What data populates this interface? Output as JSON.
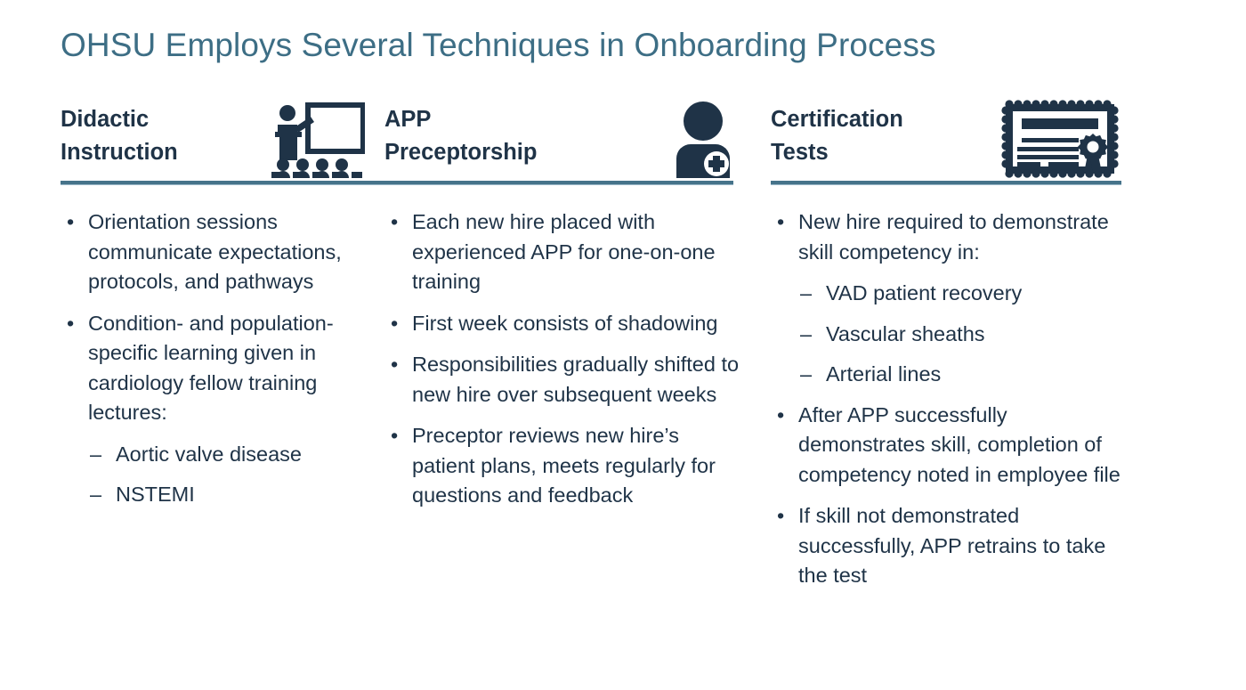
{
  "slide": {
    "title": "OHSU Employs Several Techniques in Onboarding Process",
    "accent_color": "#3d6e85",
    "rule_color": "#46738a",
    "text_color": "#1f3347",
    "background": "#ffffff"
  },
  "columns": [
    {
      "heading_line1": "Didactic",
      "heading_line2": "Instruction",
      "icon": "lecture-podium-audience-icon",
      "items": [
        {
          "level": 1,
          "marker": "•",
          "text": "Orientation sessions communicate expectations, protocols, and pathways"
        },
        {
          "level": 1,
          "marker": "•",
          "text": "Condition- and population-specific learning given in cardiology fellow training lectures:"
        },
        {
          "level": 2,
          "marker": "–",
          "text": "Aortic valve disease"
        },
        {
          "level": 2,
          "marker": "–",
          "text": "NSTEMI"
        }
      ]
    },
    {
      "heading_line1": "APP",
      "heading_line2": "Preceptorship",
      "icon": "medical-person-badge-icon",
      "items": [
        {
          "level": 1,
          "marker": "•",
          "text": "Each new hire placed with experienced APP for one-on-one training"
        },
        {
          "level": 1,
          "marker": "•",
          "text": "First week consists of shadowing"
        },
        {
          "level": 1,
          "marker": "•",
          "text": "Responsibilities gradually shifted to new hire over subsequent weeks"
        },
        {
          "level": 1,
          "marker": "•",
          "text": "Preceptor reviews new hire’s patient plans, meets regularly for questions and feedback"
        }
      ]
    },
    {
      "heading_line1": "Certification",
      "heading_line2": "Tests",
      "icon": "certificate-award-icon",
      "items": [
        {
          "level": 1,
          "marker": "•",
          "text": "New hire required to demonstrate skill competency in:"
        },
        {
          "level": 2,
          "marker": "–",
          "text": "VAD patient recovery"
        },
        {
          "level": 2,
          "marker": "–",
          "text": "Vascular sheaths"
        },
        {
          "level": 2,
          "marker": "–",
          "text": "Arterial lines"
        },
        {
          "level": 1,
          "marker": "•",
          "text": "After APP successfully demonstrates skill, completion of competency noted in employee file"
        },
        {
          "level": 1,
          "marker": "•",
          "text": "If skill not demonstrated successfully, APP retrains to take the test"
        }
      ]
    }
  ]
}
